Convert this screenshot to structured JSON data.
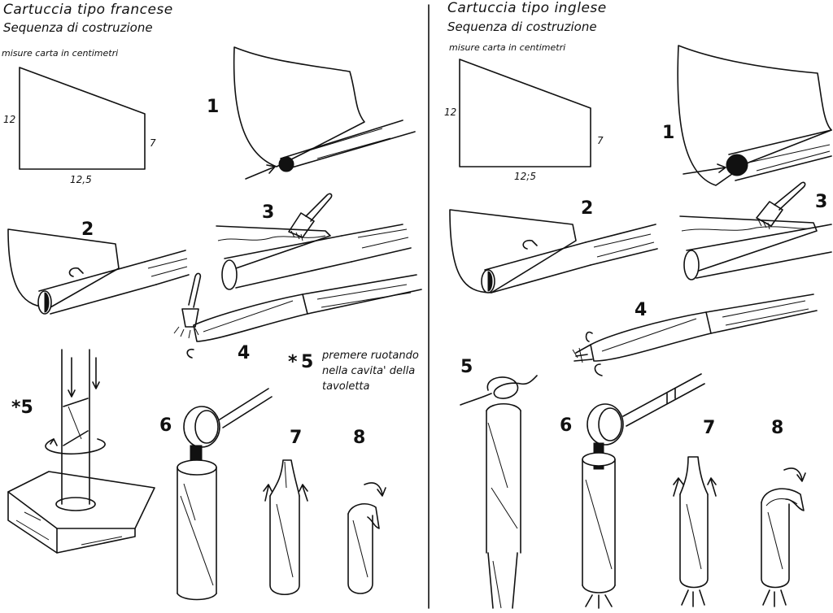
{
  "left": {
    "title": "Cartuccia tipo francese",
    "subtitle": "Sequenza di costruzione",
    "units_note": "misure carta in centimetri",
    "dims": {
      "left": "12",
      "right": "7",
      "bottom": "12,5"
    },
    "steps": [
      "1",
      "2",
      "3",
      "4",
      "5",
      "6",
      "7",
      "8"
    ],
    "step5_marker": "*5",
    "note_star": "*",
    "note_num": "5",
    "note_lines": [
      "premere ruotando",
      "nella cavita' della",
      "tavoletta"
    ]
  },
  "right": {
    "title": "Cartuccia tipo inglese",
    "subtitle": "Sequenza di costruzione",
    "units_note": "misure carta in centimetri",
    "dims": {
      "left": "12",
      "right": "7",
      "bottom": "12;5"
    },
    "steps": [
      "1",
      "2",
      "3",
      "4",
      "5",
      "6",
      "7",
      "8"
    ]
  }
}
